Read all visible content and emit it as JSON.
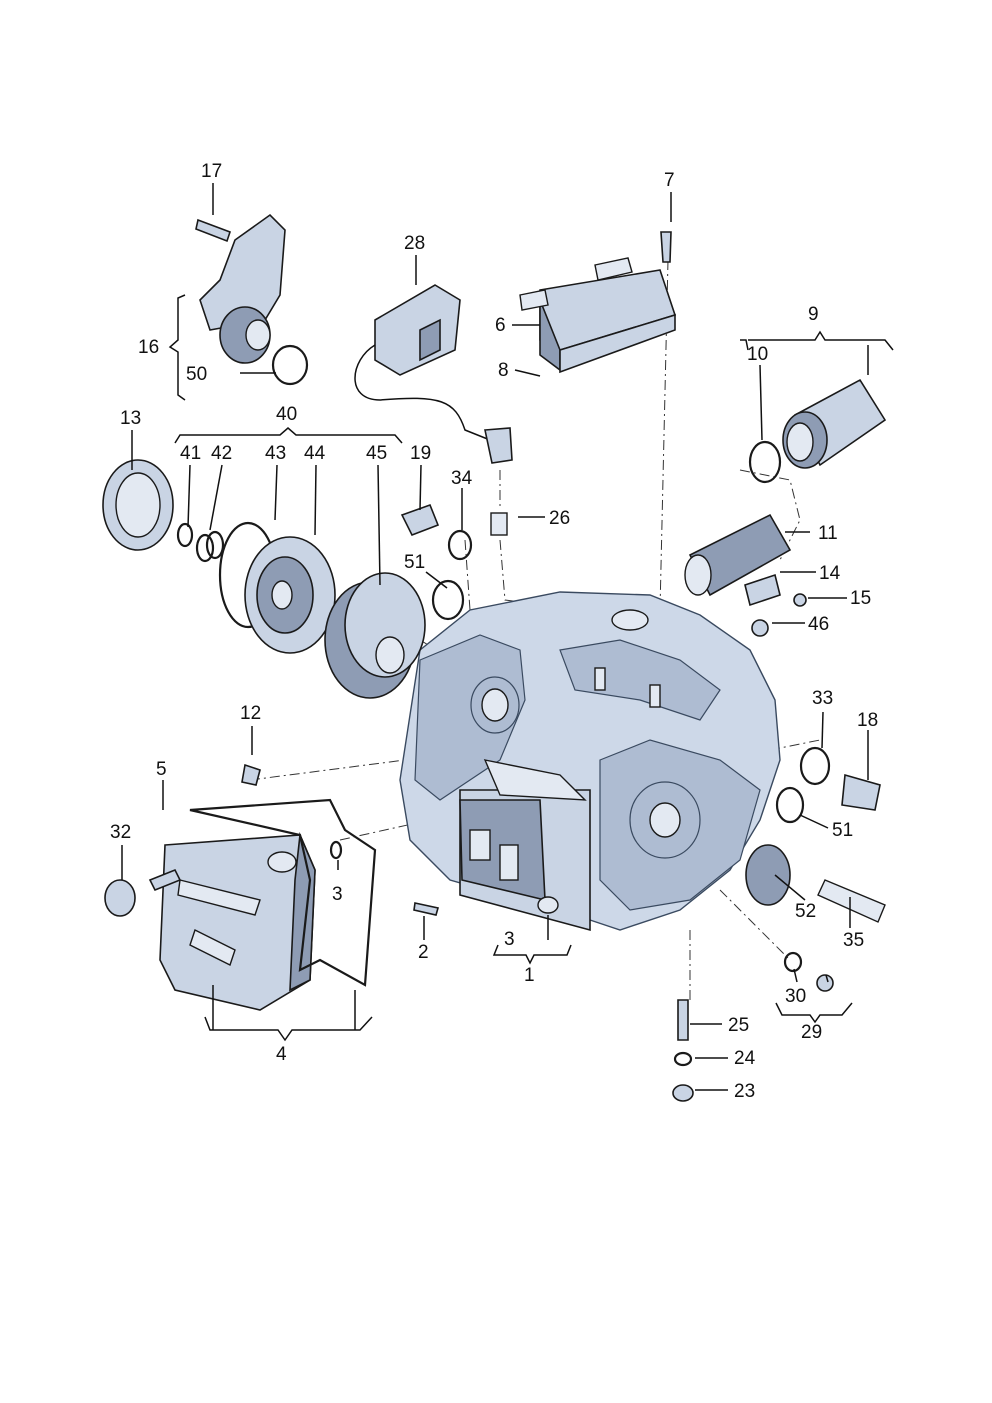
{
  "diagram": {
    "callouts": [
      "17",
      "7",
      "28",
      "6",
      "9",
      "16",
      "10",
      "50",
      "8",
      "40",
      "13",
      "41",
      "42",
      "43",
      "44",
      "45",
      "19",
      "34",
      "26",
      "11",
      "51",
      "14",
      "15",
      "46",
      "33",
      "18",
      "12",
      "5",
      "32",
      "3",
      "51",
      "2",
      "3",
      "52",
      "35",
      "1",
      "30",
      "4",
      "25",
      "29",
      "24",
      "23"
    ]
  }
}
